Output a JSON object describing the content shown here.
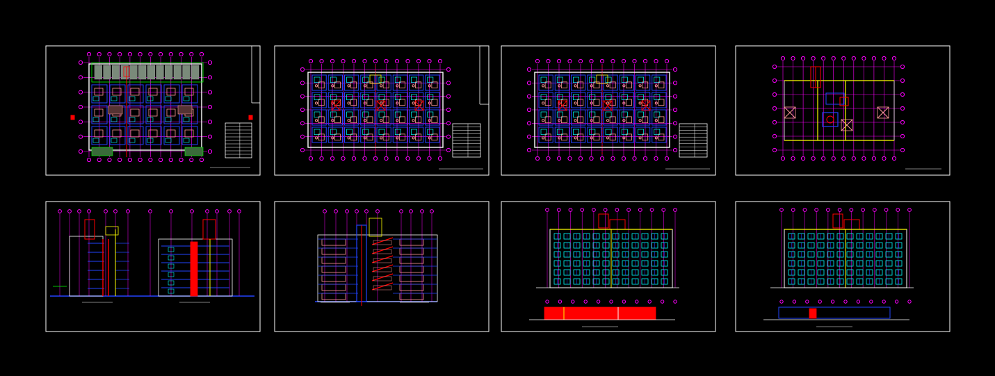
{
  "background": "#000000",
  "colors": {
    "frame": "#ffffff",
    "grid": "#ff00ff",
    "wall": "#ffffff",
    "blue": "#2244ff",
    "cyan": "#00ffff",
    "red": "#ff0000",
    "yellow": "#ffff00",
    "green": "#00ff00",
    "salmon": "#ff9999",
    "gray": "#9a9a9a"
  },
  "sheets": [
    {
      "name": "sheet-ground-floor-plan",
      "kind": "plan",
      "variant": "ground"
    },
    {
      "name": "sheet-typical-floor-plan-a",
      "kind": "plan",
      "variant": "typical"
    },
    {
      "name": "sheet-typical-floor-plan-b",
      "kind": "plan",
      "variant": "typical"
    },
    {
      "name": "sheet-roof-plan",
      "kind": "plan",
      "variant": "roof"
    },
    {
      "name": "sheet-building-sections",
      "kind": "section",
      "variant": "double"
    },
    {
      "name": "sheet-stair-section",
      "kind": "section",
      "variant": "stair"
    },
    {
      "name": "sheet-front-elevation",
      "kind": "elevation",
      "variant": "front"
    },
    {
      "name": "sheet-rear-elevation",
      "kind": "elevation",
      "variant": "rear"
    }
  ]
}
